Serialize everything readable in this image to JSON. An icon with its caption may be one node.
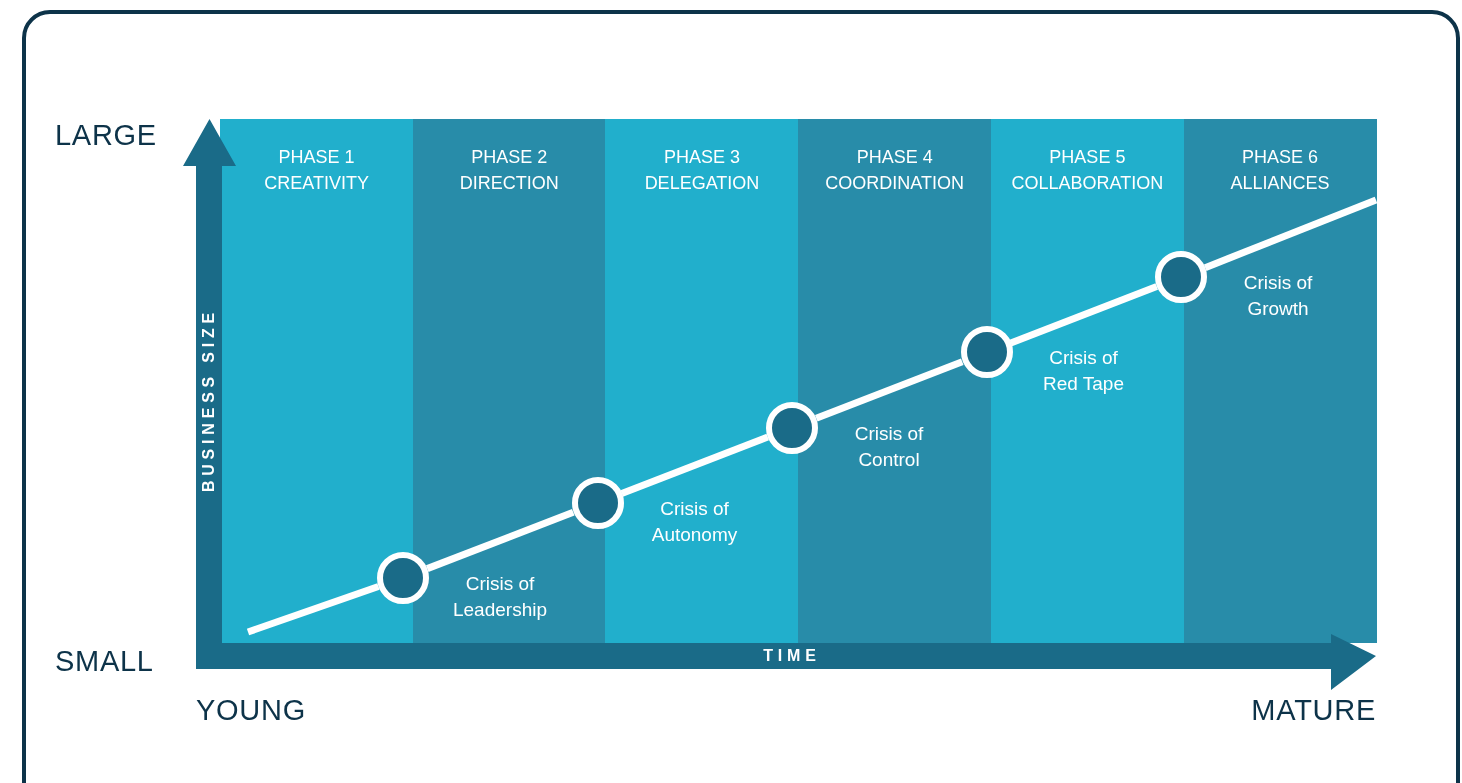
{
  "diagram": {
    "nodes": [
      {
        "text": [],
        "shape": "circle",
        "beside": [
          "Crisis of Leadership"
        ]
      },
      {
        "text": [],
        "shape": "circle",
        "beside": [
          "Crisis of Autonomy"
        ]
      },
      {
        "text": [],
        "shape": "circle",
        "beside": [
          "Crisis of Control"
        ]
      },
      {
        "text": [],
        "shape": "circle",
        "beside": [
          "Crisis of Red Tape"
        ]
      },
      {
        "text": [],
        "shape": "circle",
        "beside": [
          "Crisis of Growth"
        ]
      }
    ],
    "edges": [
      {
        "from": null,
        "to": 0,
        "arrow": "none"
      },
      {
        "from": 0,
        "to": 1,
        "arrow": "none"
      },
      {
        "from": 1,
        "to": 2,
        "arrow": "none"
      },
      {
        "from": 2,
        "to": 3,
        "arrow": "none"
      },
      {
        "from": 3,
        "to": 4,
        "arrow": "none"
      },
      {
        "from": 4,
        "to": null,
        "arrow": "none"
      }
    ],
    "labels": [
      "LARGE",
      "PHASE 1",
      "CREATIVITY",
      "PHASE 2",
      "DIRECTION",
      "PHASE 3",
      "DELEGATION",
      "PHASE 4",
      "COORDINATION",
      "PHASE 5",
      "COLLABORATION",
      "PHASE 6",
      "ALLIANCES",
      "BUSINESS SIZE",
      "SMALL",
      "TIME",
      "YOUNG",
      "MATURE"
    ]
  }
}
